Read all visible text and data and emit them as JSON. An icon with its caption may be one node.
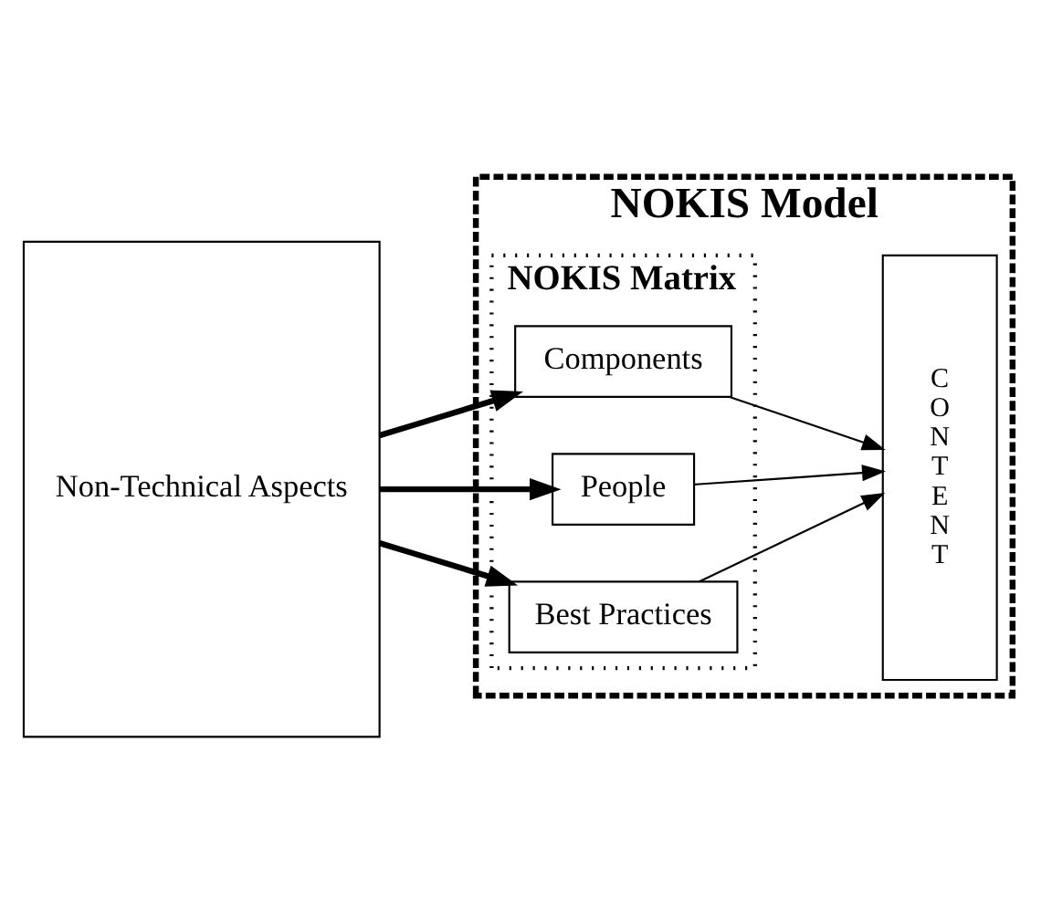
{
  "diagram": {
    "nodes": [
      {
        "text": [
          "Non-Technical Aspects"
        ]
      },
      {
        "text": [
          "NOKIS Model"
        ]
      },
      {
        "text": [
          "NOKIS Matrix"
        ],
        "in": 1
      },
      {
        "text": [
          "Components"
        ],
        "in": 2
      },
      {
        "text": [
          "People"
        ],
        "in": 2
      },
      {
        "text": [
          "Best Practices"
        ],
        "in": 2
      },
      {
        "text": [
          "C O N T E N T"
        ],
        "in": 1
      }
    ],
    "edges": [
      {
        "from": 0,
        "to": 3,
        "arrow": "to",
        "style": "thick"
      },
      {
        "from": 0,
        "to": 4,
        "arrow": "to",
        "style": "thick"
      },
      {
        "from": 0,
        "to": 5,
        "arrow": "to",
        "style": "thick"
      },
      {
        "from": 3,
        "to": 6,
        "arrow": "to"
      },
      {
        "from": 4,
        "to": 6,
        "arrow": "to"
      },
      {
        "from": 5,
        "to": 6,
        "arrow": "to"
      }
    ]
  }
}
